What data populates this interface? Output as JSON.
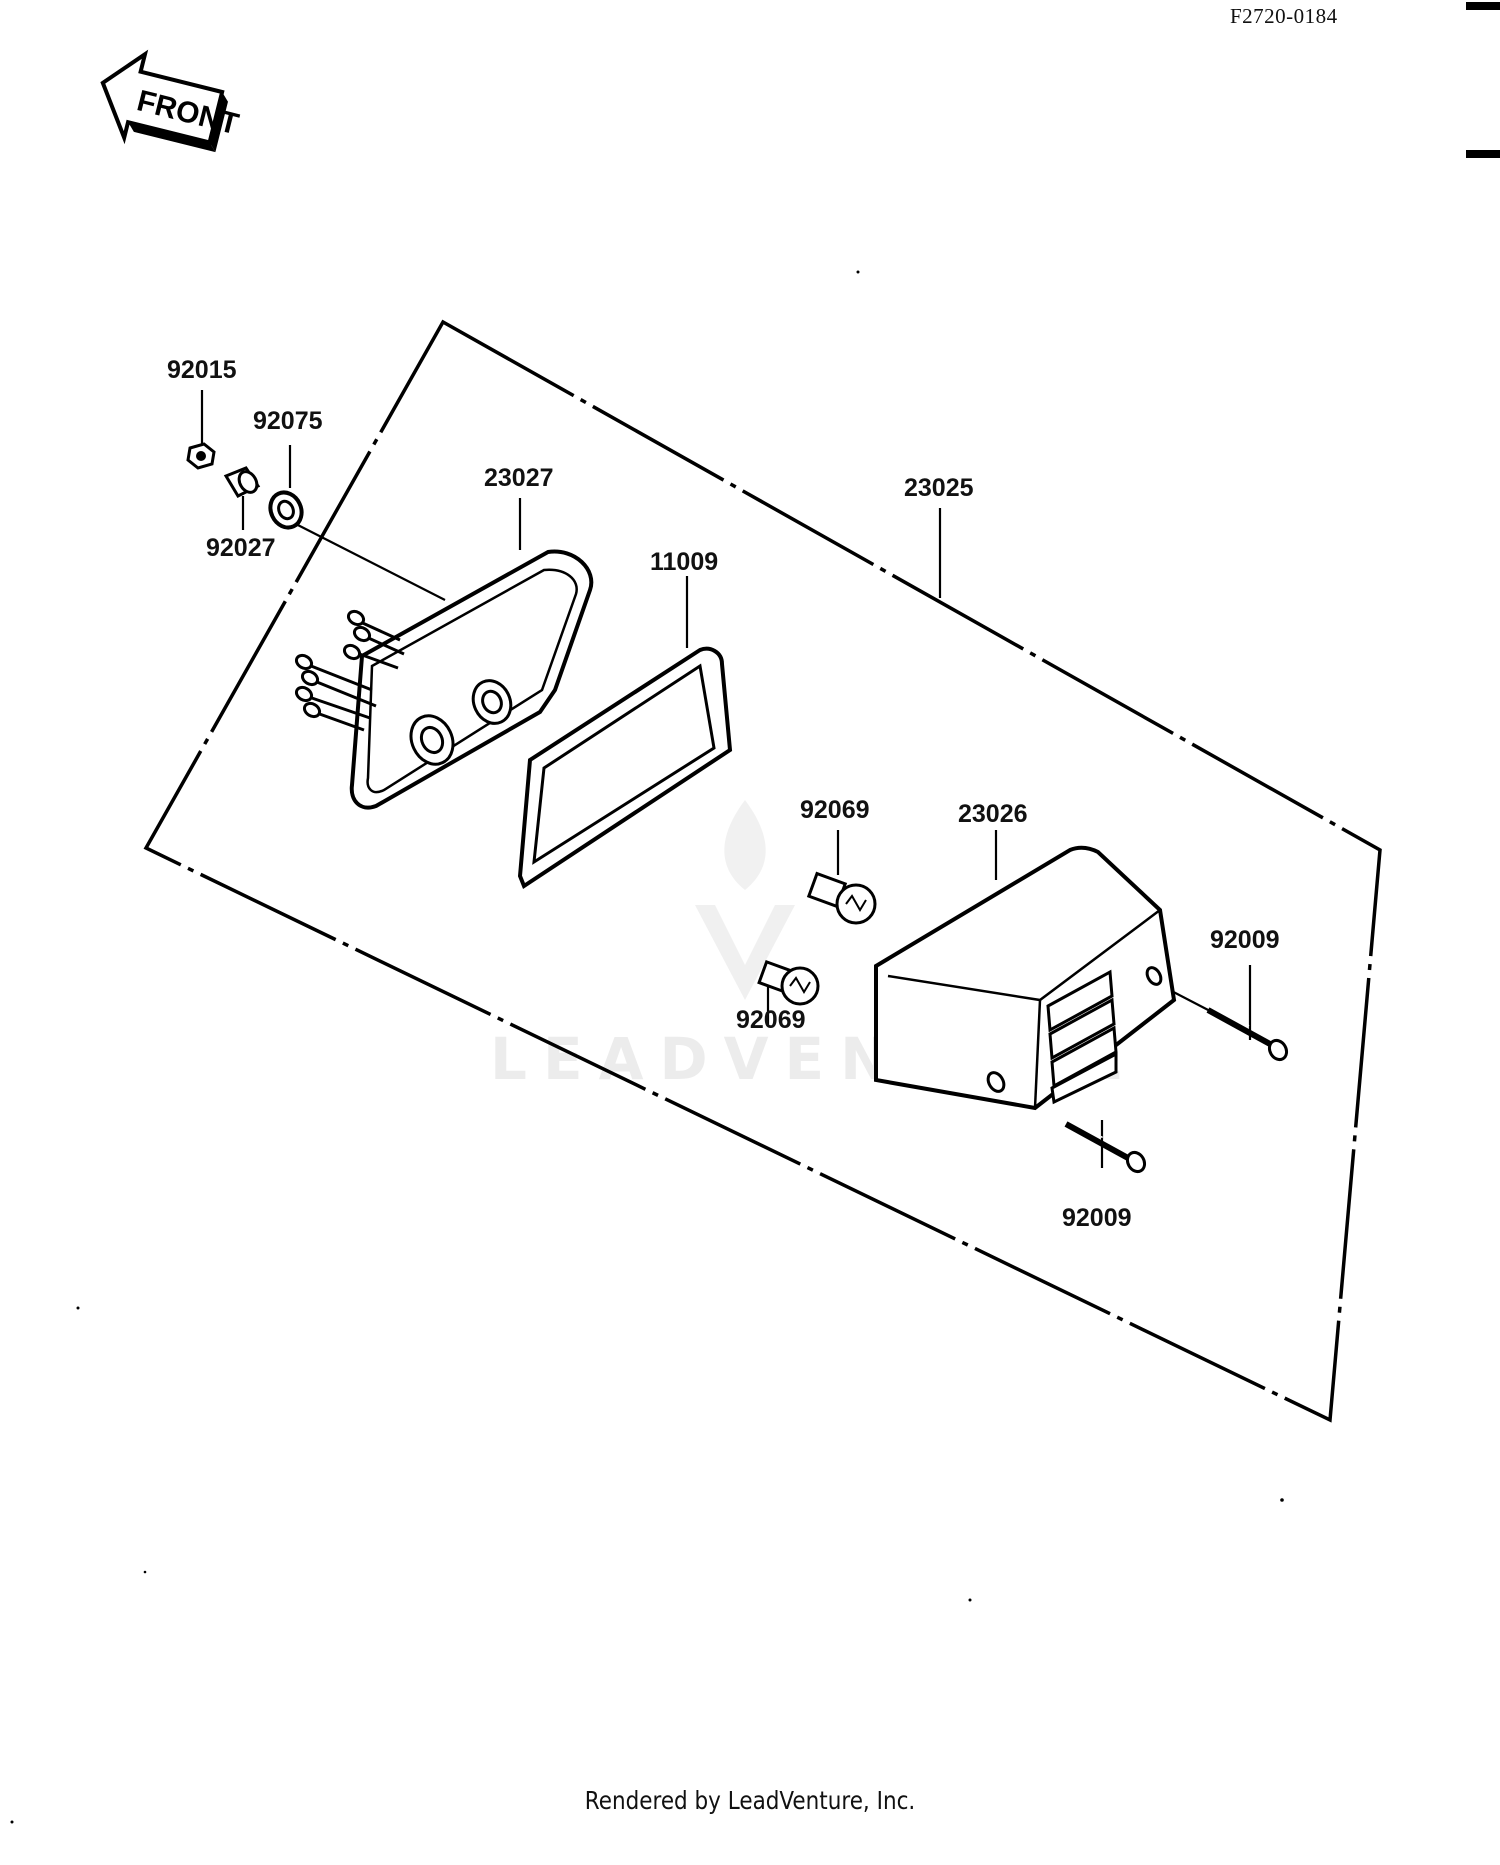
{
  "header": {
    "ref_code": "F2720-0184"
  },
  "front_arrow": {
    "label": "FRONT"
  },
  "watermark": {
    "text": "LEADVENTURE"
  },
  "callouts": {
    "p92015": "92015",
    "p92075": "92075",
    "p92027": "92027",
    "p23027": "23027",
    "p23025": "23025",
    "p11009": "11009",
    "p92069_upper": "92069",
    "p92069_lower": "92069",
    "p23026": "23026",
    "p92009_right": "92009",
    "p92009_lower": "92009"
  },
  "footer": {
    "text": "Rendered by LeadVenture, Inc."
  }
}
